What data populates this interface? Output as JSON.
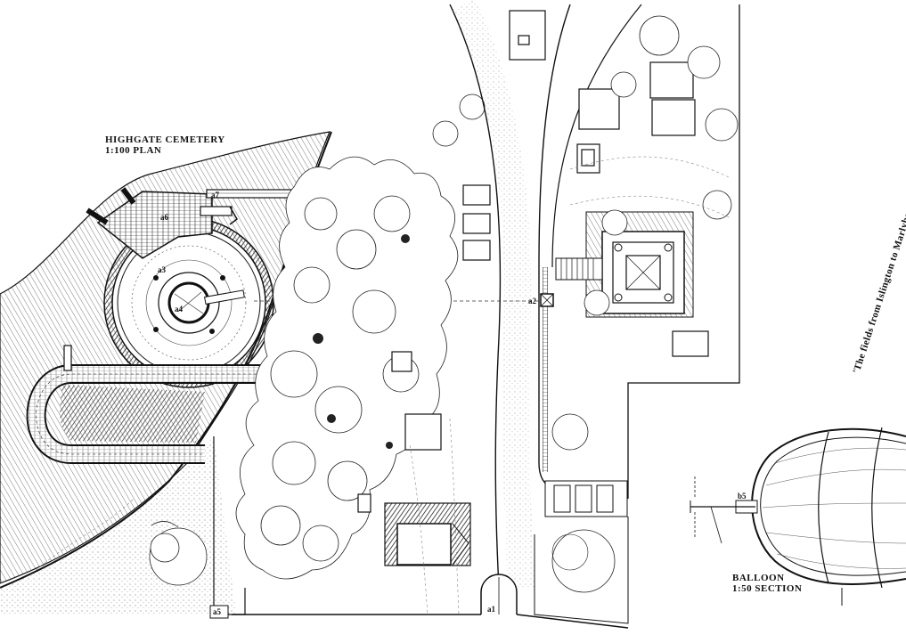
{
  "plan": {
    "title_line1": "HIGHGATE  CEMETERY",
    "title_line2": "1:100 PLAN",
    "labels": {
      "a1": "a1",
      "a2": "a2",
      "a3": "a3",
      "a4": "a4",
      "a5": "a5",
      "a6": "a6",
      "a7": "a7",
      "b5": "b5"
    }
  },
  "balloon": {
    "title_line1": "BALLOON",
    "title_line2": "1:50  SECTION"
  },
  "side_caption": "'The  fields  from  Islington  to  Marlybone,  To Primrose H"
}
